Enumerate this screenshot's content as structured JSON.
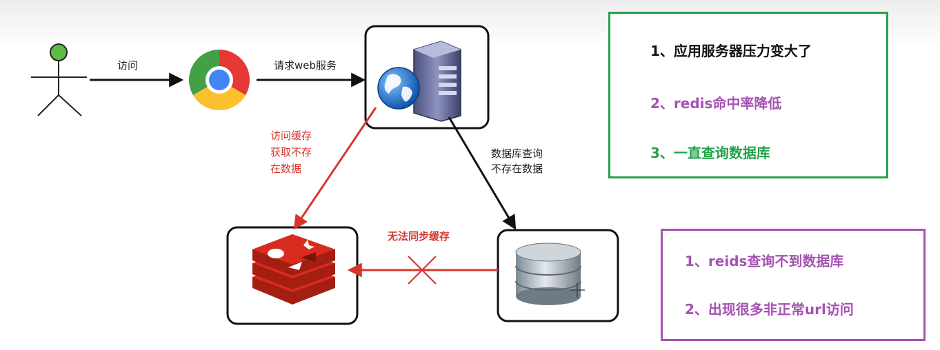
{
  "edges": {
    "visit": "访问",
    "request_web": "请求web服务",
    "cache_miss": [
      "访问缓存",
      "获取不存",
      "在数据"
    ],
    "db_query": [
      "数据库查询",
      "不存在数据"
    ],
    "no_sync": "无法同步缓存"
  },
  "problems_panel": {
    "items": [
      {
        "text": "1、应用服务器压力变大了",
        "color": "#111111"
      },
      {
        "text": "2、redis命中率降低",
        "color": "#a552b2"
      },
      {
        "text": "3、一直查询数据库",
        "color": "#22a24a"
      }
    ]
  },
  "causes_panel": {
    "items": [
      {
        "text": "1、reids查询不到数据库",
        "color": "#a552b2"
      },
      {
        "text": "2、出现很多非正常url访问",
        "color": "#a552b2"
      }
    ]
  },
  "colors": {
    "green_border": "#22a24a",
    "purple_border": "#a552b2",
    "red_arrow": "#d9352c",
    "black_arrow": "#111111"
  },
  "icons": [
    "user-icon",
    "chrome-icon",
    "server-globe-icon",
    "redis-icon",
    "database-icon"
  ]
}
